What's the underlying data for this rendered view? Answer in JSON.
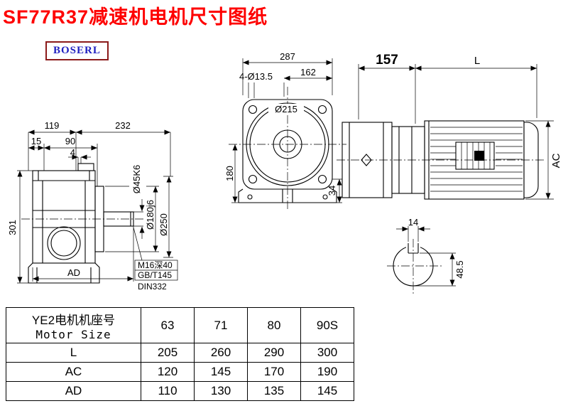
{
  "page": {
    "title": "SF77R37减速机电机尺寸图纸",
    "logo": "BOSERL"
  },
  "front_view": {
    "dim_287": "287",
    "dim_162": "162",
    "holes_label": "4-Ø13.5",
    "dia_215": "Ø215",
    "dim_180": "180",
    "dim_34": "34"
  },
  "side_view": {
    "dim_157": "157",
    "dim_L": "L",
    "dim_AC": "AC"
  },
  "shaft_view": {
    "dim_14": "14",
    "dim_48_5": "48.5"
  },
  "left_view": {
    "dim_119": "119",
    "dim_232": "232",
    "dim_15": "15",
    "dim_90": "90",
    "dim_4": "4",
    "dim_301": "301",
    "dim_AD": "AD",
    "dia_shaft": "Ø45K6",
    "dia_spigot": "Ø180j6",
    "dia_flange": "Ø250",
    "note_line1": "M16深40",
    "note_line2": "GB/T145",
    "note_line3": "DIN332"
  },
  "table": {
    "header_cn": "YE2电机机座号",
    "header_en": "Motor Size",
    "sizes": [
      "63",
      "71",
      "80",
      "90S"
    ],
    "rows": [
      {
        "label": "L",
        "values": [
          "205",
          "260",
          "290",
          "300"
        ]
      },
      {
        "label": "AC",
        "values": [
          "120",
          "145",
          "170",
          "190"
        ]
      },
      {
        "label": "AD",
        "values": [
          "110",
          "130",
          "135",
          "145"
        ]
      }
    ]
  }
}
